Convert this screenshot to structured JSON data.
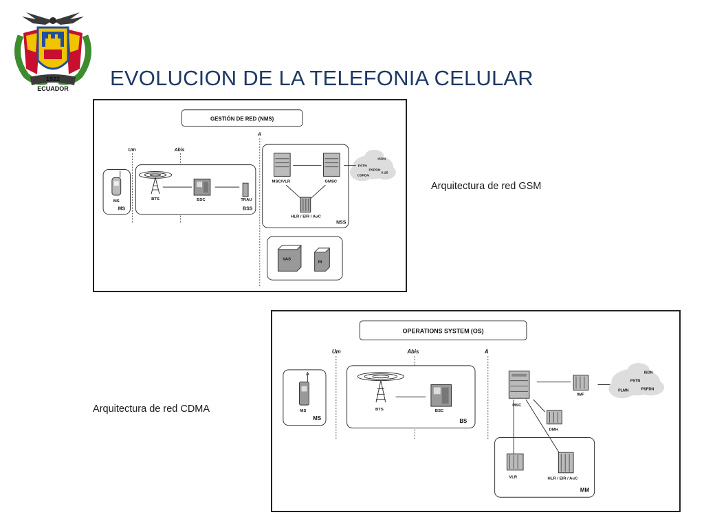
{
  "slide": {
    "title": "EVOLUCION DE LA TELEFONIA CELULAR",
    "gsm_caption": "Arquitectura de red GSM",
    "cdma_caption": "Arquitectura de red CDMA"
  },
  "logo": {
    "year": "1922",
    "country": "ECUADOR"
  },
  "gsm": {
    "nms_label": "GESTIÓN DE RED (NMS)",
    "iface_um": "Um",
    "iface_abis": "Abis",
    "iface_a": "A",
    "ms": "MS",
    "ms_group": "MS",
    "bts": "BTS",
    "bsc": "BSC",
    "trau": "TRAU",
    "bss": "BSS",
    "msc_vlr": "MSC/VLR",
    "gmsc": "GMSC",
    "hlr": "HLR / EIR / AuC",
    "nss": "NSS",
    "cloud_isdn": "ISDN",
    "cloud_pstn": "PSTN",
    "cloud_pspdn": "PSPDN",
    "cloud_x25": "X.25",
    "cloud_cspdn": "CSPDN",
    "vas": "VAS",
    "in": "IN"
  },
  "cdma": {
    "os_label": "OPERATIONS SYSTEM (OS)",
    "iface_um": "Um",
    "iface_abis": "Abis",
    "iface_a": "A",
    "ms": "MS",
    "ms_group": "MS",
    "bts": "BTS",
    "bsc": "BSC",
    "bs": "BS",
    "msc": "MSC",
    "iwf": "IWF",
    "dmh": "DMH",
    "vlr": "VLR",
    "hlr": "HLR / EIR / AuC",
    "mm": "MM",
    "cloud_isdn": "ISDN",
    "cloud_pstn": "PSTN",
    "cloud_pspdn": "PSPDN",
    "cloud_plmn": "PLMN"
  }
}
